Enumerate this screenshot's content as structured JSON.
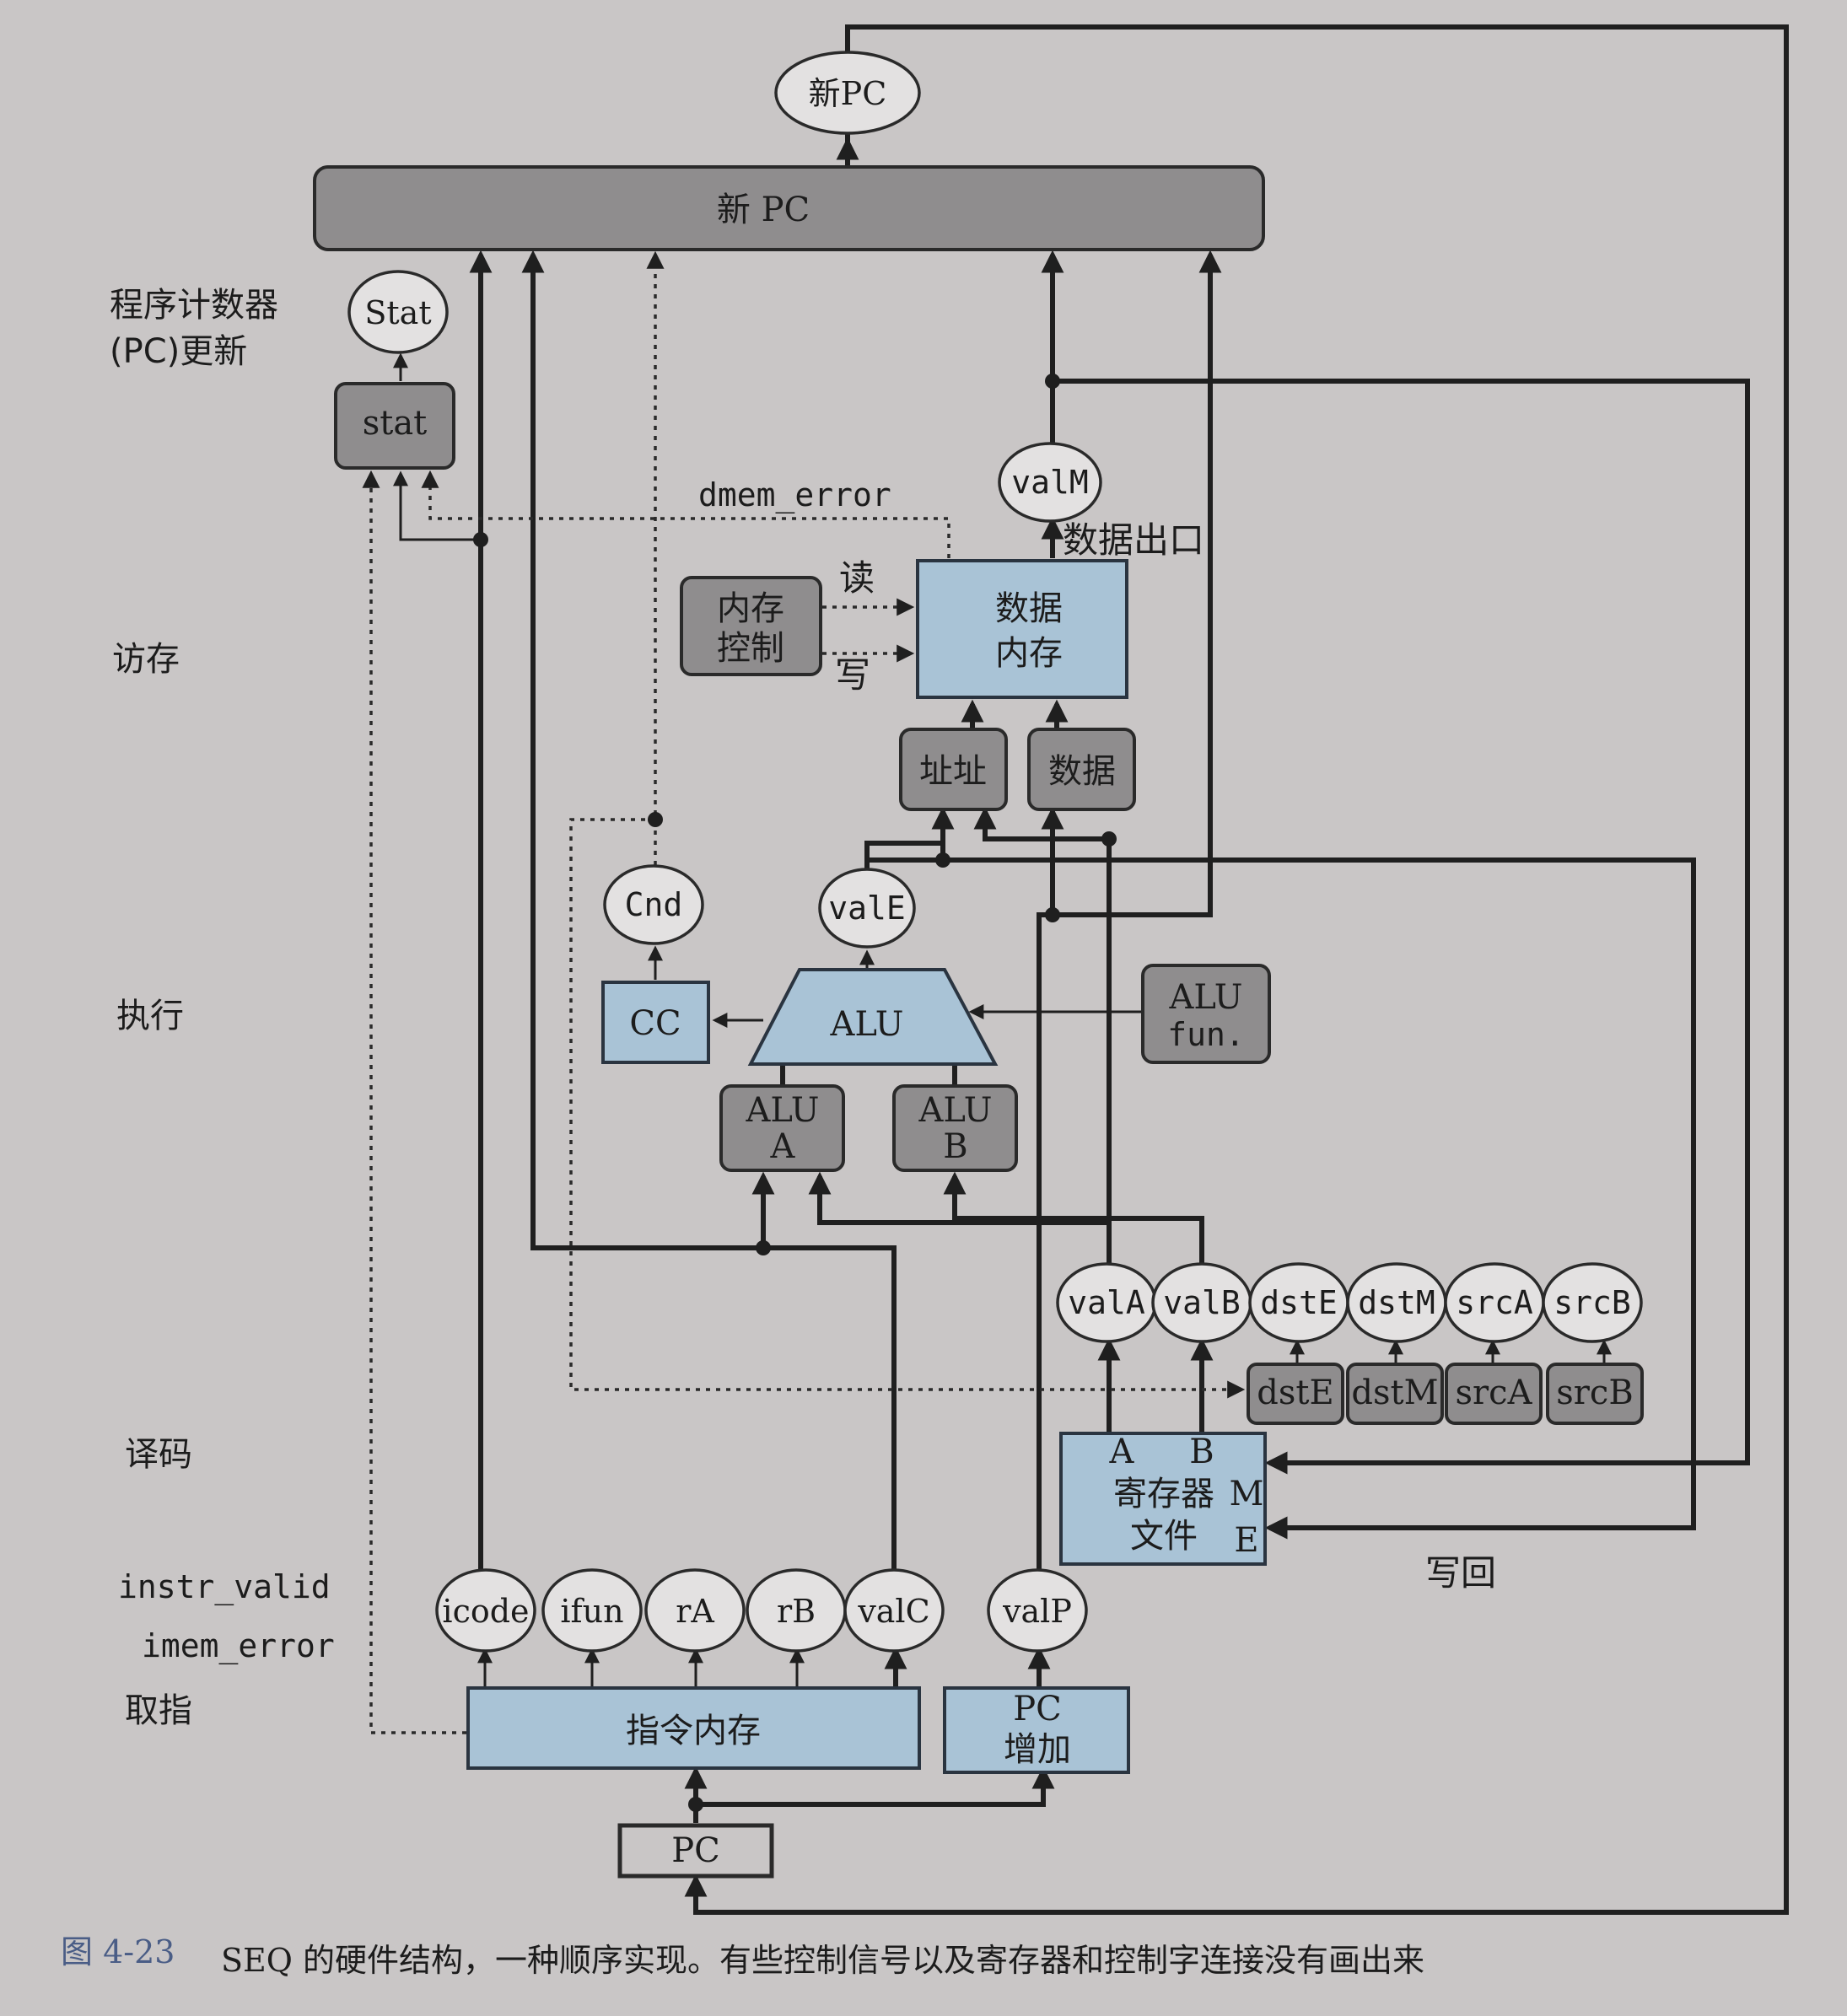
{
  "stage_labels": {
    "pc_update_line1": "程序计数器",
    "pc_update_line2": "(PC)更新",
    "memory": "访存",
    "execute": "执行",
    "decode": "译码",
    "fetch": "取指"
  },
  "units": {
    "new_pc_bar": "新 PC",
    "stat": "stat",
    "mem_control_line1": "内存",
    "mem_control_line2": "控制",
    "data_memory_line1": "数据",
    "data_memory_line2": "内存",
    "addr": "址址",
    "data": "数据",
    "cc": "CC",
    "alu": "ALU",
    "alu_fun_line1": "ALU",
    "alu_fun_line2": "fun.",
    "alu_a_line1": "ALU",
    "alu_a_line2": "A",
    "alu_b_line1": "ALU",
    "alu_b_line2": "B",
    "dst_e": "dstE",
    "dst_m": "dstM",
    "src_a": "srcA",
    "src_b": "srcB",
    "regfile_port_a": "A",
    "regfile_port_b": "B",
    "regfile_line1": "寄存器",
    "regfile_line2": "文件",
    "regfile_port_m": "M",
    "regfile_port_e": "E",
    "instr_mem": "指令内存",
    "pc_inc_line1": "PC",
    "pc_inc_line2": "增加",
    "pc": "PC"
  },
  "signals": {
    "new_pc": "新PC",
    "stat": "Stat",
    "valm": "valM",
    "cnd": "Cnd",
    "vale": "valE",
    "vala": "valA",
    "valb": "valB",
    "dste": "dstE",
    "dstm": "dstM",
    "srca": "srcA",
    "srcb": "srcB",
    "icode": "icode",
    "ifun": "ifun",
    "ra": "rA",
    "rb": "rB",
    "valc": "valC",
    "valp": "valP"
  },
  "annotations": {
    "dmem_error": "dmem_error",
    "data_out": "数据出口",
    "read": "读",
    "write": "写",
    "write_back": "写回",
    "instr_valid": "instr_valid",
    "imem_error": "imem_error"
  },
  "caption": {
    "figure_number": "图 4-23",
    "text": "SEQ 的硬件结构，一种顺序实现。有些控制信号以及寄存器和控制字连接没有画出来"
  }
}
